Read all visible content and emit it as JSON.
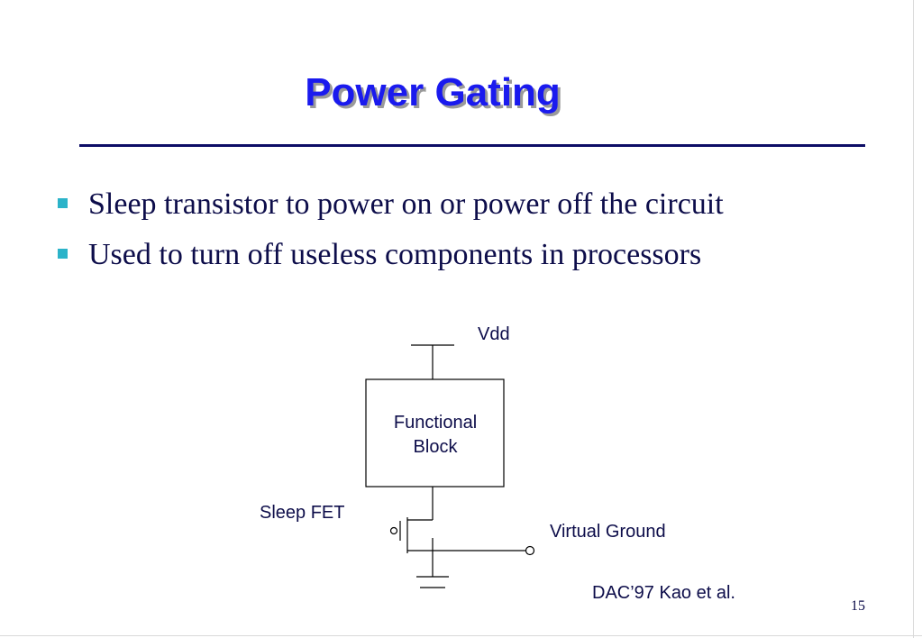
{
  "slide": {
    "title": "Power Gating",
    "bullets": [
      "Sleep transistor to power on or power off the circuit",
      "Used to turn off useless components in processors"
    ],
    "page_number": "15"
  },
  "diagram": {
    "vdd_label": "Vdd",
    "block_label_line1": "Functional",
    "block_label_line2": "Block",
    "sleep_fet_label": "Sleep FET",
    "virtual_ground_label": "Virtual Ground",
    "citation": "DAC’97 Kao et al."
  },
  "colors": {
    "title": "#1a1aee",
    "text": "#0d0d4a",
    "bullet": "#2bb3c9",
    "rule": "#0d0d66"
  }
}
